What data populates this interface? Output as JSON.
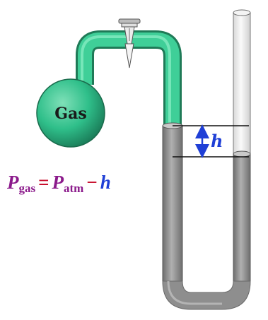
{
  "colors": {
    "gas_green": "#2fbf8a",
    "mercury_gray": "#8a8a8a",
    "glass_edge": "#7a7a7a",
    "height_marker_blue": "#1f3fd6",
    "equation_purple": "#8b1a8b",
    "equation_red": "#c8102e"
  },
  "bulb": {
    "label": "Gas"
  },
  "height_marker": {
    "label": "h"
  },
  "equation": {
    "p1": "P",
    "p1_sub": "gas",
    "eq": "=",
    "p2": "P",
    "p2_sub": "atm",
    "minus": "−",
    "h": "h"
  },
  "icons": {
    "stopcock": "stopcock-valve-icon",
    "arrow": "double-arrow-icon"
  }
}
